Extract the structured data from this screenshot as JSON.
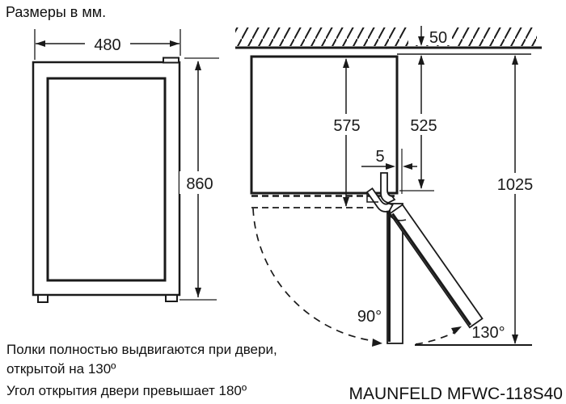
{
  "page": {
    "title": "Размеры в мм.",
    "model": "MAUNFELD MFWC-118S40"
  },
  "notes": {
    "line1": "Полки полностью выдвигаются при двери,",
    "line2": "открытой на 130º",
    "line3": "Угол открытия двери превышает 180º"
  },
  "front_view": {
    "width_mm": "480",
    "height_mm": "860"
  },
  "top_view": {
    "wall_clearance_mm": "50",
    "depth_with_door_mm": "575",
    "body_depth_mm": "525",
    "door_gap_mm": "5",
    "total_depth_open_mm": "1025",
    "door_open_angle": "90°",
    "door_max_angle": "130°"
  },
  "colors": {
    "ink": "#1a1a1a",
    "background": "#ffffff"
  }
}
